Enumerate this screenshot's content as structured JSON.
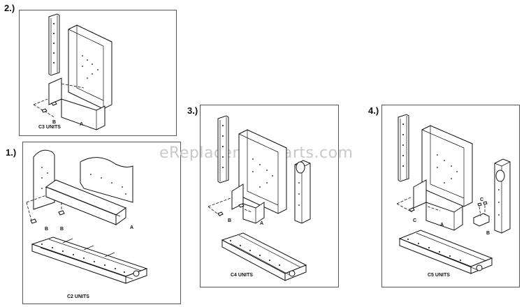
{
  "watermark": "eReplacementParts.com",
  "panels": [
    {
      "step": "2.)",
      "caption": "C3 UNITS",
      "callouts": [
        "B",
        "A"
      ]
    },
    {
      "step": "1.)",
      "caption": "C2 UNITS",
      "callouts": [
        "B",
        "B",
        "A"
      ]
    },
    {
      "step": "3.)",
      "caption": "C4 UNITS",
      "callouts": [
        "B",
        "A"
      ]
    },
    {
      "step": "4.)",
      "caption": "C5 UNITS",
      "callouts": [
        "C",
        "A",
        "C",
        "B"
      ]
    }
  ]
}
